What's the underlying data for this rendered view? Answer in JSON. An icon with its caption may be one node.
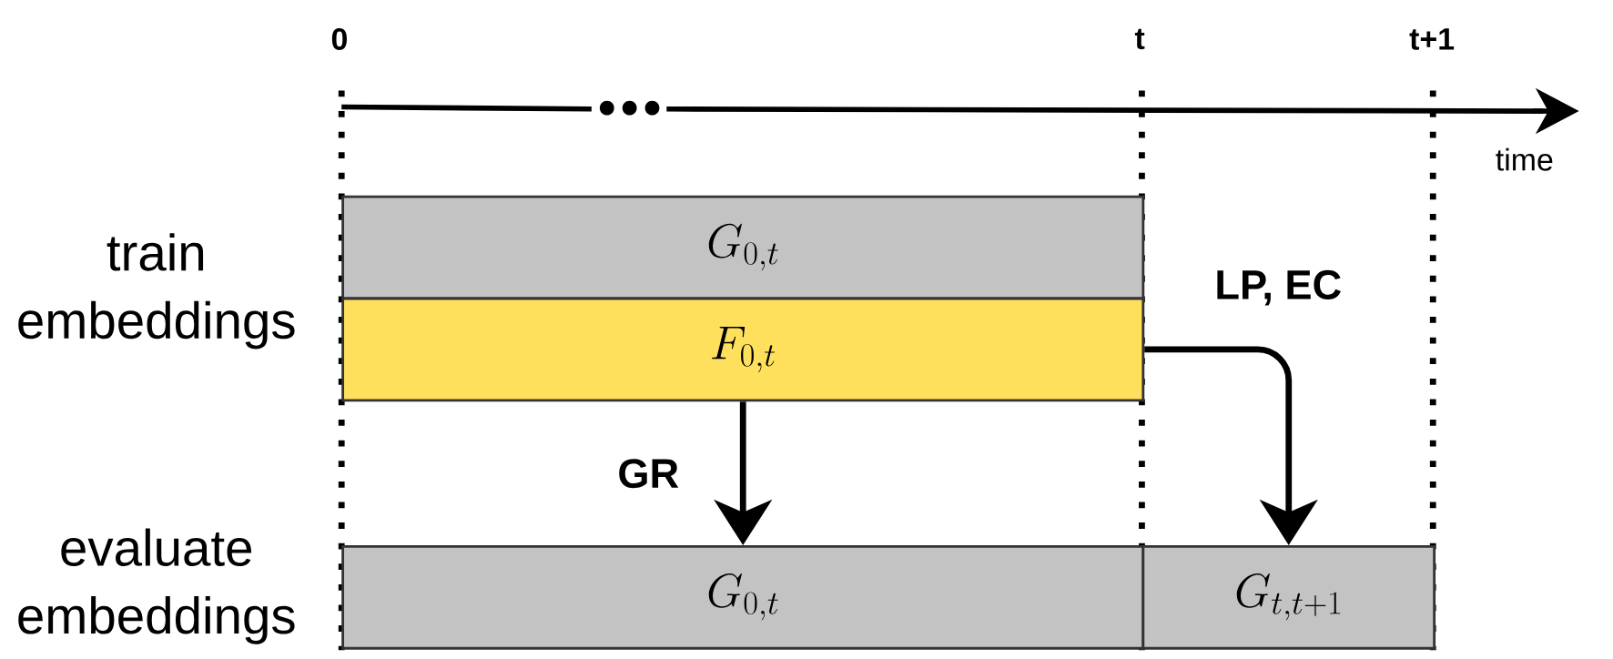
{
  "diagram": {
    "nodes": [
      {
        "text": [
          "G_{0,t}"
        ]
      },
      {
        "text": [
          "F_{0,t}"
        ]
      },
      {
        "text": [
          "G_{0,t}"
        ]
      },
      {
        "text": [
          "G_{t,t+1}"
        ]
      }
    ],
    "edges": [
      {
        "from": 1,
        "to": 2,
        "arrow": "to",
        "label": "GR"
      },
      {
        "from": 1,
        "to": 3,
        "arrow": "to",
        "label": "LP, EC"
      }
    ],
    "labels": [
      "0",
      "t",
      "t+1",
      "time",
      "train embeddings",
      "evaluate embeddings"
    ]
  }
}
